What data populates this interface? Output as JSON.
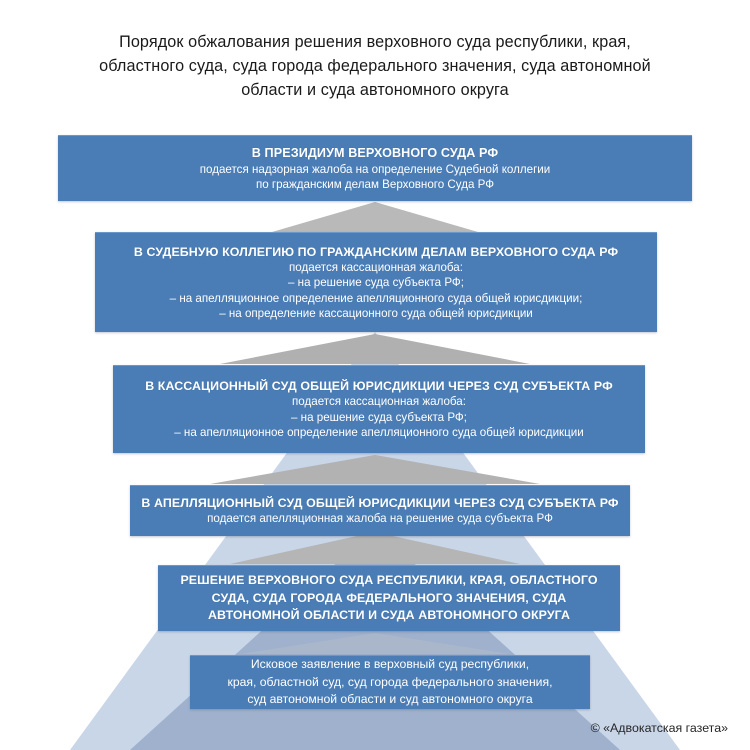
{
  "title": {
    "lines": [
      "Порядок обжалования решения верховного суда республики, края,",
      "областного суда, суда города федерального значения, суда автономной",
      "области и суда автономного округа"
    ]
  },
  "colors": {
    "band_blue": "#4a7cb5",
    "band_blue_top_edge": "#6b97c9",
    "arrow_gray": "#b3b3b3",
    "arrow_light_blue_gray": "#c9d6e8",
    "arrow_mid_blue_gray": "#9fb1cd",
    "text_on_band": "#ffffff",
    "title_text": "#1a1a1a",
    "background": "#ffffff"
  },
  "bands": [
    {
      "id": "band-1",
      "name": "presidium-supreme-court",
      "heading": "В ПРЕЗИДИУМ ВЕРХОВНОГО СУДА РФ",
      "lines": [
        "подается надзорная жалоба на определение Судебной коллегии",
        "по гражданским делам Верховного Суда РФ"
      ]
    },
    {
      "id": "band-2",
      "name": "judicial-collegium-civil-cases",
      "heading": "В СУДЕБНУЮ КОЛЛЕГИЮ ПО ГРАЖДАНСКИМ ДЕЛАМ ВЕРХОВНОГО СУДА РФ",
      "lines": [
        "подается кассационная жалоба:",
        "– на решение суда субъекта РФ;",
        "– на апелляционное определение апелляционного суда общей юрисдикции;",
        "– на определение кассационного суда общей юрисдикции"
      ]
    },
    {
      "id": "band-3",
      "name": "cassation-court-general-jurisdiction",
      "heading": "В КАССАЦИОННЫЙ СУД ОБЩЕЙ ЮРИСДИКЦИИ ЧЕРЕЗ СУД СУБЪЕКТА РФ",
      "lines": [
        "подается кассационная жалоба:",
        "– на решение суда субъекта РФ;",
        "– на апелляционное определение апелляционного суда общей юрисдикции"
      ]
    },
    {
      "id": "band-4",
      "name": "appeal-court-general-jurisdiction",
      "heading": "В АПЕЛЛЯЦИОННЫЙ СУД ОБЩЕЙ ЮРИСДИКЦИИ ЧЕРЕЗ СУД СУБЪЕКТА РФ",
      "lines": [
        "подается апелляционная жалоба на решение суда субъекта РФ"
      ]
    },
    {
      "id": "band-5",
      "name": "decision-supreme-court-of-republic",
      "heading_lines": [
        "РЕШЕНИЕ ВЕРХОВНОГО СУДА РЕСПУБЛИКИ, КРАЯ, ОБЛАСТНОГО",
        "СУДА, СУДА ГОРОДА ФЕДЕРАЛЬНОГО ЗНАЧЕНИЯ, СУДА",
        "АВТОНОМНОЙ ОБЛАСТИ И СУДА АВТОНОМНОГО ОКРУГА"
      ]
    },
    {
      "id": "band-6",
      "name": "statement-of-claim",
      "plain_lines": [
        "Исковое заявление в верховный суд республики,",
        "края, областной суд, суд города федерального значения,",
        "суд автономной области и суд автономного округа"
      ]
    }
  ],
  "footer": {
    "copyright": "© «Адвокатская газета»"
  }
}
